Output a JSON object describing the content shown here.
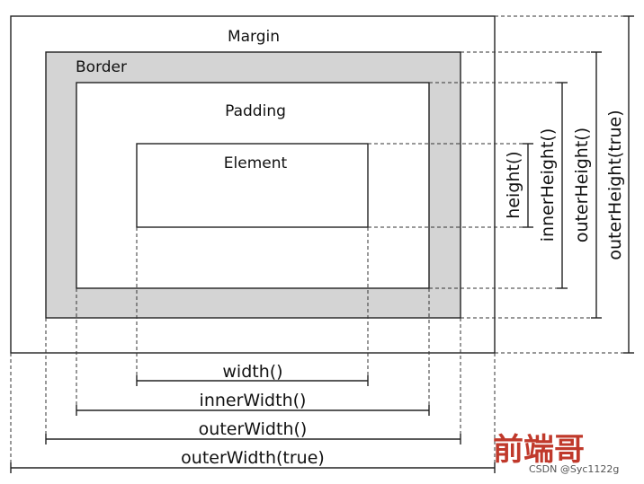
{
  "boxes": {
    "margin_label": "Margin",
    "border_label": "Border",
    "padding_label": "Padding",
    "element_label": "Element"
  },
  "dimensions": {
    "width": "width()",
    "inner_width": "innerWidth()",
    "outer_width": "outerWidth()",
    "outer_width_true": "outerWidth(true)",
    "height": "height()",
    "inner_height": "innerHeight()",
    "outer_height": "outerHeight()",
    "outer_height_true": "outerHeight(true)"
  },
  "watermark": {
    "text": "前端哥",
    "credit": "CSDN @Syc1122g",
    "color": "#c0392b"
  },
  "colors": {
    "border_fill": "#d4d4d4",
    "line": "#222222"
  }
}
